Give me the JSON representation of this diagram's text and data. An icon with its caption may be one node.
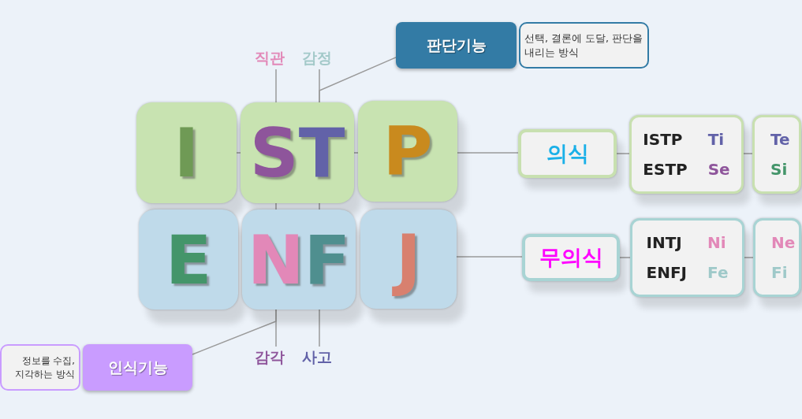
{
  "diagram": {
    "nodes": [
      {
        "text": [
          "판단기능"
        ]
      },
      {
        "text": [
          "선택, 결론에 도달, 판단을 내리는 방식"
        ]
      },
      {
        "text": [
          "직관"
        ]
      },
      {
        "text": [
          "감정"
        ]
      },
      {
        "text": [
          "I"
        ]
      },
      {
        "text": [
          "ST"
        ]
      },
      {
        "text": [
          "P"
        ]
      },
      {
        "text": [
          "의식"
        ]
      },
      {
        "text": [
          "ISTP",
          "Ti",
          "ESTP",
          "Se"
        ]
      },
      {
        "text": [
          "Te",
          "Si"
        ]
      },
      {
        "text": [
          "E"
        ]
      },
      {
        "text": [
          "NF"
        ]
      },
      {
        "text": [
          "J"
        ]
      },
      {
        "text": [
          "무의식"
        ]
      },
      {
        "text": [
          "INTJ",
          "Ni",
          "ENFJ",
          "Fe"
        ]
      },
      {
        "text": [
          "Ne",
          "Fi"
        ]
      },
      {
        "text": [
          "감각"
        ]
      },
      {
        "text": [
          "사고"
        ]
      },
      {
        "text": [
          "정보를 수집, 지각하는 방식"
        ]
      },
      {
        "text": [
          "인식기능"
        ]
      }
    ],
    "edges": [
      {
        "from": 2,
        "to": 5,
        "arrow": "none"
      },
      {
        "from": 3,
        "to": 5,
        "arrow": "none"
      },
      {
        "from": 0,
        "to": 5,
        "arrow": "none"
      },
      {
        "from": 4,
        "to": 5,
        "arrow": "none"
      },
      {
        "from": 5,
        "to": 6,
        "arrow": "none"
      },
      {
        "from": 5,
        "to": 11,
        "arrow": "none"
      },
      {
        "from": 5,
        "to": 11,
        "arrow": "none"
      },
      {
        "from": 11,
        "to": 16,
        "arrow": "none"
      },
      {
        "from": 11,
        "to": 17,
        "arrow": "none"
      },
      {
        "from": 19,
        "to": 11,
        "arrow": "none"
      },
      {
        "from": 6,
        "to": 7,
        "arrow": "none"
      },
      {
        "from": 7,
        "to": 8,
        "arrow": "none"
      },
      {
        "from": 8,
        "to": 9,
        "arrow": "none"
      },
      {
        "from": 12,
        "to": 13,
        "arrow": "none"
      },
      {
        "from": 13,
        "to": 14,
        "arrow": "none"
      },
      {
        "from": 14,
        "to": 15,
        "arrow": "none"
      }
    ]
  }
}
